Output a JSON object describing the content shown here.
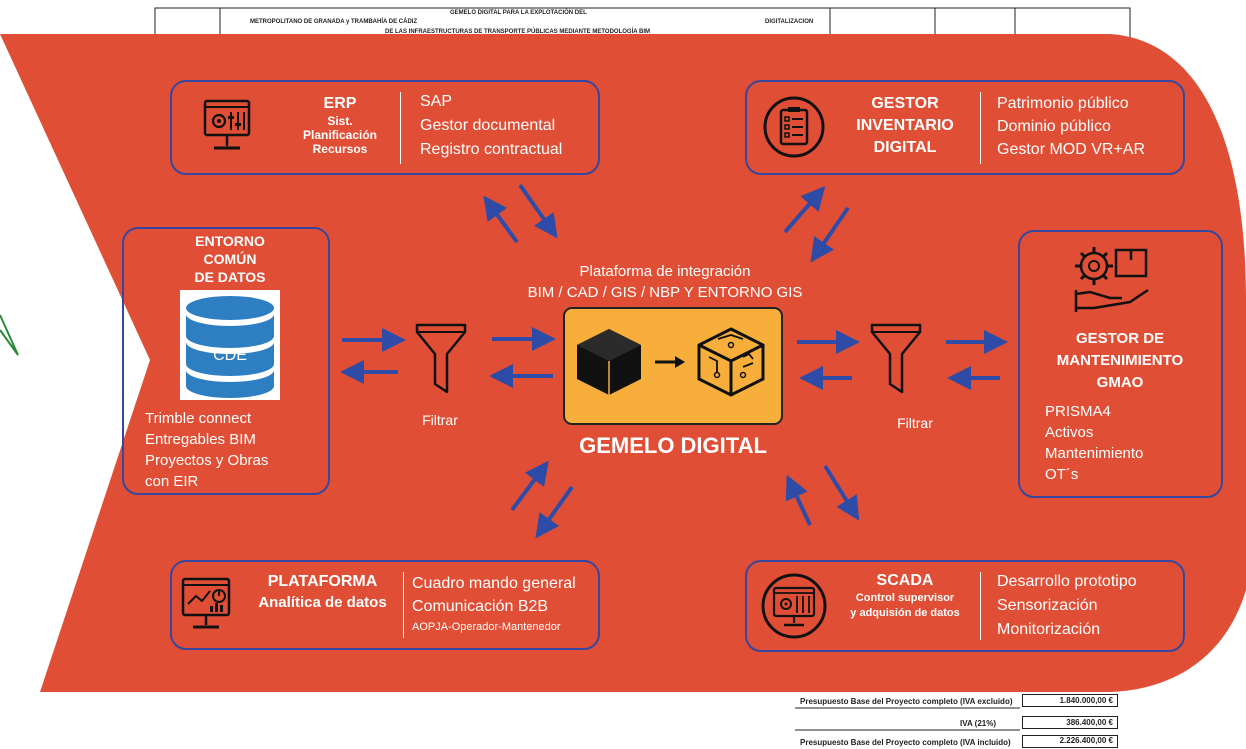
{
  "background_doc": {
    "title_line1": "GEMELO DIGITAL PARA LA EXPLOTACIÓN DEL",
    "title_line2": "METROPOLITANO DE GRANADA y TRAMBAHÍA DE CÁDIZ",
    "column_label": "DIGITALIZACION",
    "subtitle_partial": "DE LAS INFRAESTRUCTURAS DE TRANSPORTE PÚBLICAS MEDIANTE METODOLOGÍA BIM"
  },
  "erp": {
    "title": "ERP",
    "subtitle_lines": [
      "Sist.",
      "Planificación",
      "Recursos"
    ],
    "items": [
      "SAP",
      "Gestor documental",
      "Registro contractual"
    ]
  },
  "inventario": {
    "title_lines": [
      "GESTOR",
      "INVENTARIO",
      "DIGITAL"
    ],
    "items": [
      "Patrimonio público",
      "Dominio público",
      "Gestor MOD VR+AR"
    ]
  },
  "entorno": {
    "title_lines": [
      "ENTORNO",
      "COMÚN",
      "DE DATOS"
    ],
    "db_label": "CDE",
    "items": [
      "Trimble connect",
      "Entregables BIM",
      "Proyectos y Obras",
      "con EIR"
    ]
  },
  "platform": {
    "line1": "Plataforma de integración",
    "line2": "BIM / CAD / GIS / NBP Y ENTORNO GIS"
  },
  "center": {
    "title": "GEMELO DIGITAL"
  },
  "filters": {
    "left_label": "Filtrar",
    "right_label": "Filtrar"
  },
  "gmao": {
    "title_lines": [
      "GESTOR DE",
      "MANTENIMIENTO",
      "GMAO"
    ],
    "items": [
      "PRISMA4",
      "Activos",
      "Mantenimiento",
      "OT´s"
    ]
  },
  "analitica": {
    "title_lines": [
      "PLATAFORMA",
      "Analítica de datos"
    ],
    "items": [
      "Cuadro mando general",
      "Comunicación B2B",
      "AOPJA-Operador-Mantenedor"
    ]
  },
  "scada": {
    "title": "SCADA",
    "subtitle_lines": [
      "Control supervisor",
      "y adquisión de datos"
    ],
    "items": [
      "Desarrollo prototipo",
      "Sensorización",
      "Monitorización"
    ]
  },
  "budget": {
    "rows": [
      {
        "label": "Presupuesto Base del Proyecto completo (IVA excluido)",
        "value": "1.840.000,00 €"
      },
      {
        "label": "IVA (21%)",
        "value": "386.400,00 €"
      },
      {
        "label": "Presupuesto Base del Proyecto completo (IVA incluido)",
        "value": "2.226.400,00 €"
      }
    ]
  },
  "colors": {
    "arrow_fill": "#e04f35",
    "box_border": "#3646a0",
    "connector": "#2f4ba8",
    "center_fill": "#f7ae3a",
    "db_fill": "#2e7fc2"
  }
}
